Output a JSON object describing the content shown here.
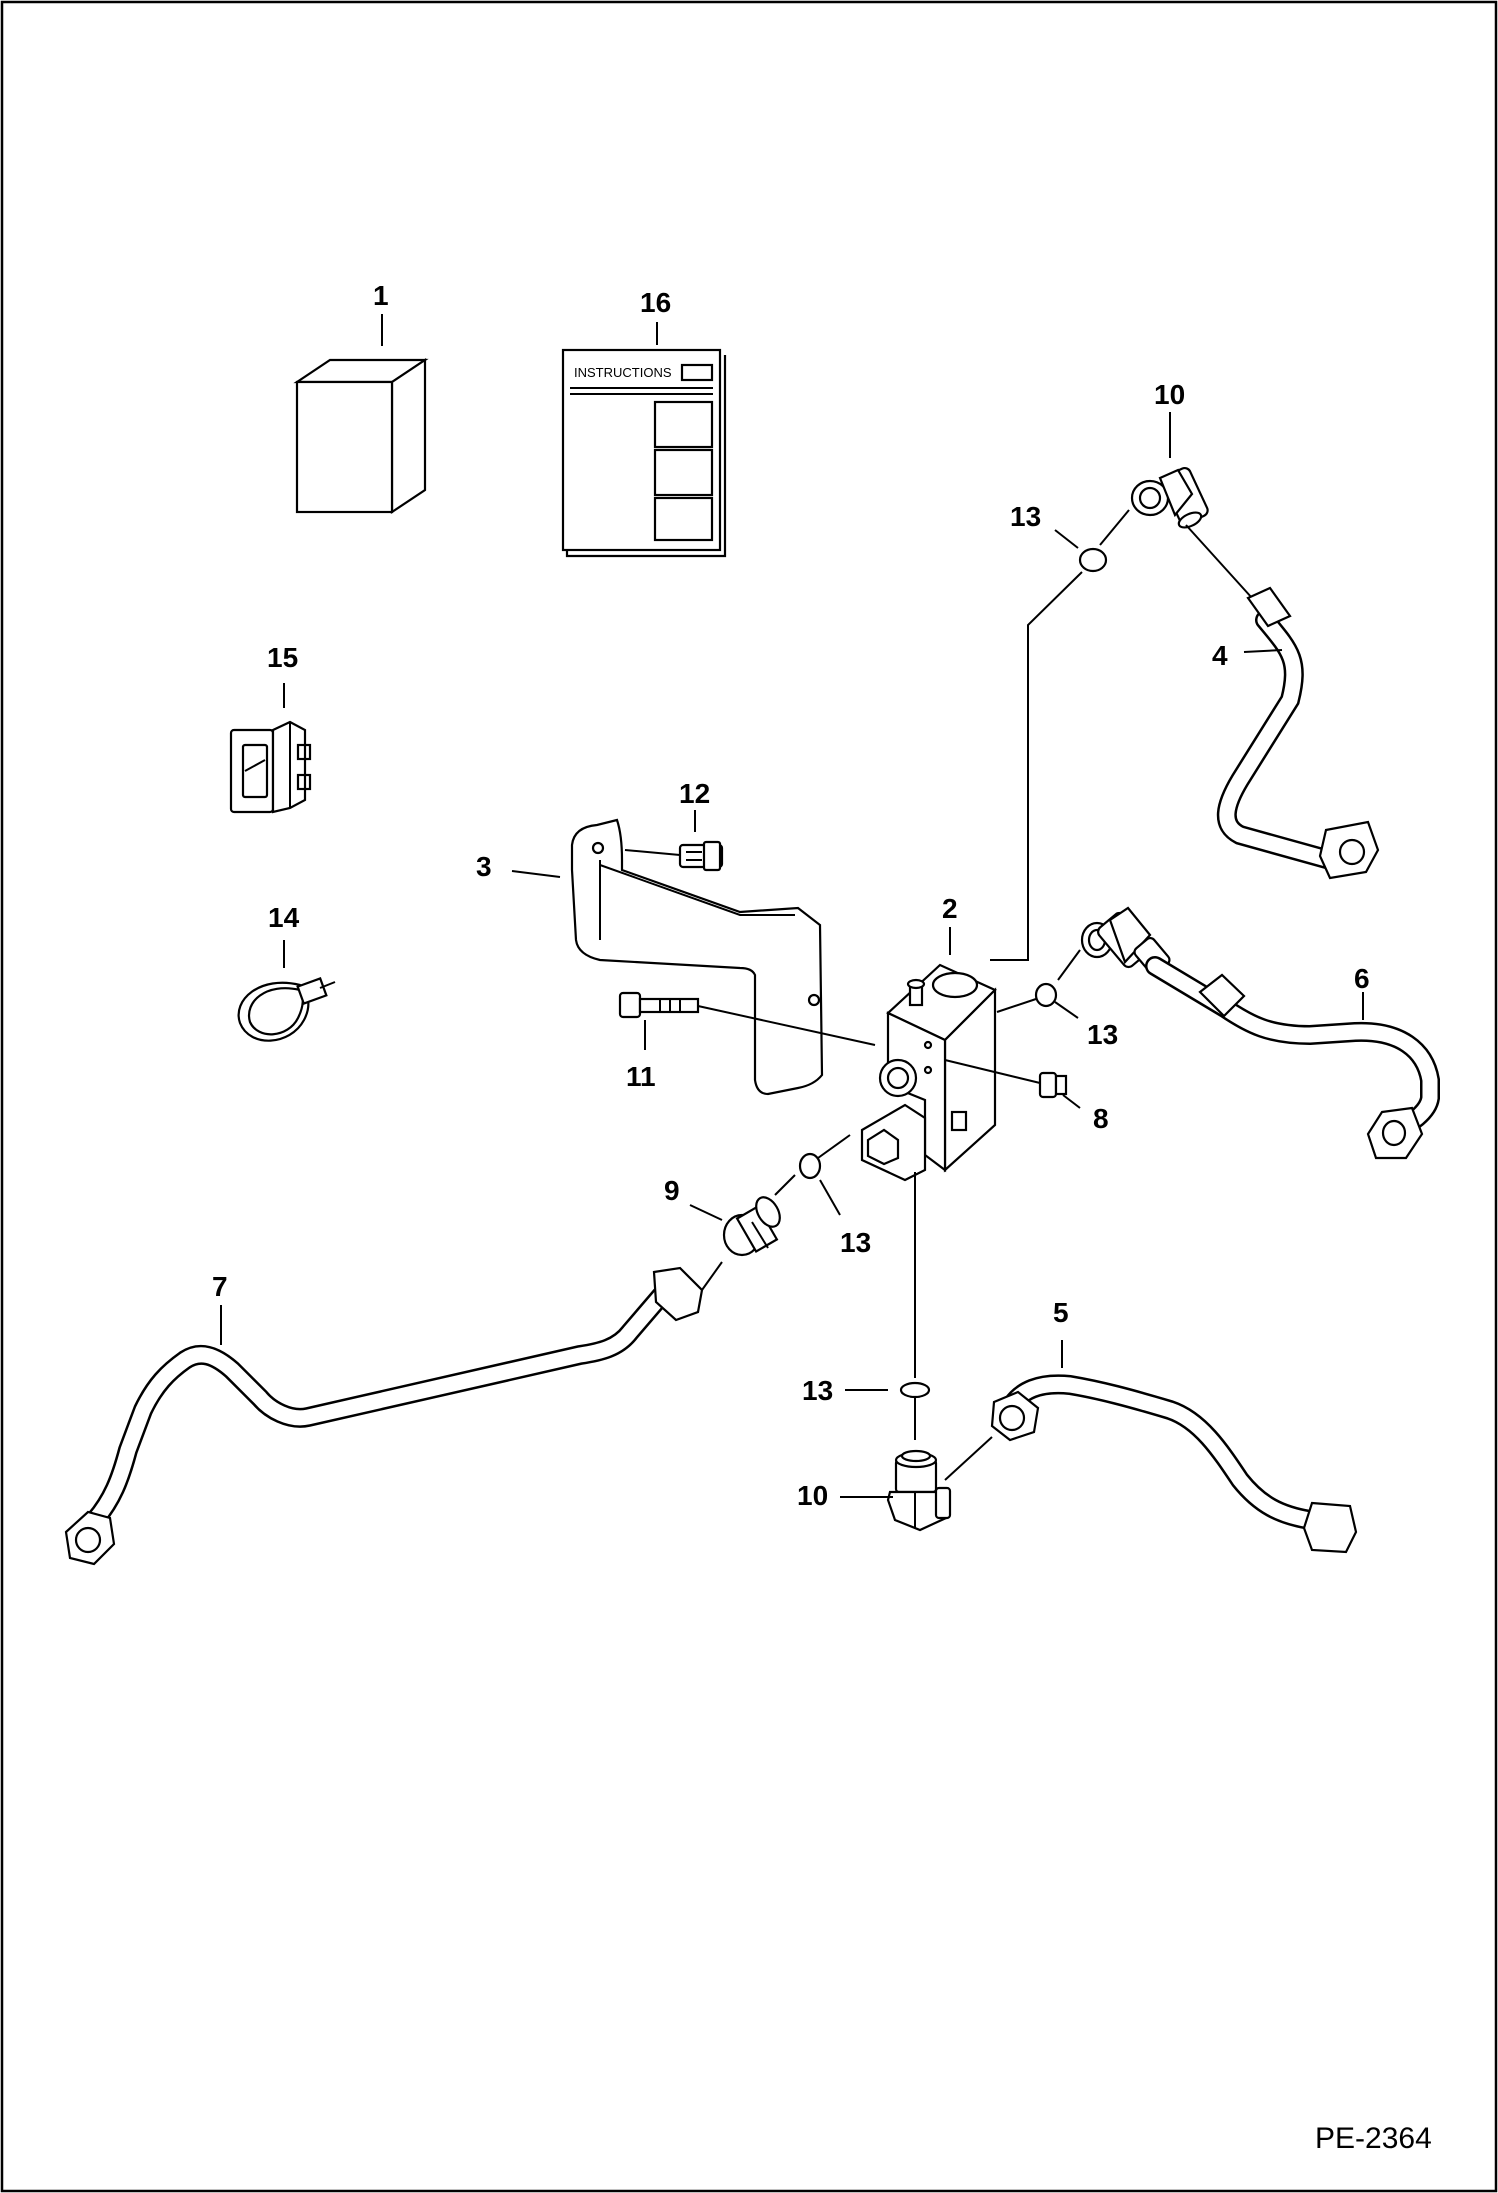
{
  "diagram": {
    "document_ref": "PE-2364",
    "instructions_label": "INSTRUCTIONS",
    "callouts": {
      "c1": "1",
      "c2": "2",
      "c3": "3",
      "c4": "4",
      "c5": "5",
      "c6": "6",
      "c7": "7",
      "c8": "8",
      "c9": "9",
      "c10a": "10",
      "c10b": "10",
      "c11": "11",
      "c12": "12",
      "c13a": "13",
      "c13b": "13",
      "c13c": "13",
      "c13d": "13",
      "c14": "14",
      "c15": "15",
      "c16": "16"
    }
  }
}
